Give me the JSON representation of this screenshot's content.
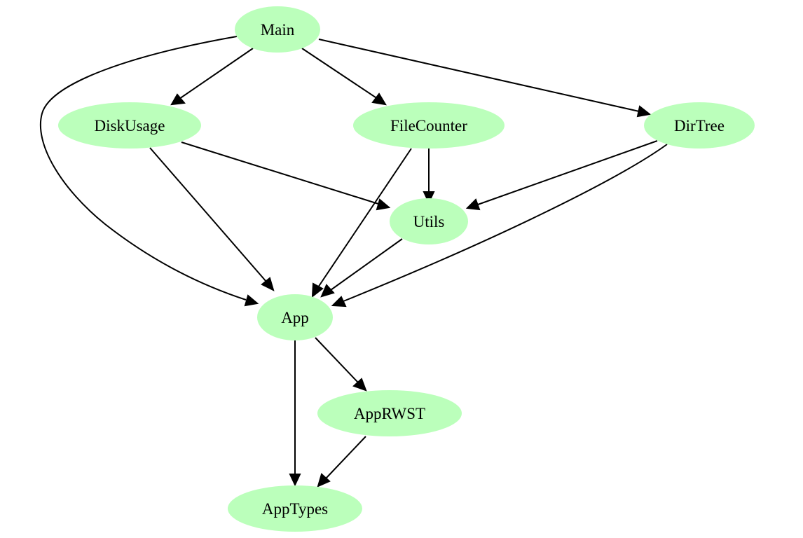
{
  "graph": {
    "node_color": "#bbffbb",
    "edge_color": "#000000",
    "nodes": [
      {
        "id": "main",
        "label": "Main"
      },
      {
        "id": "diskusage",
        "label": "DiskUsage"
      },
      {
        "id": "filecounter",
        "label": "FileCounter"
      },
      {
        "id": "dirtree",
        "label": "DirTree"
      },
      {
        "id": "utils",
        "label": "Utils"
      },
      {
        "id": "app",
        "label": "App"
      },
      {
        "id": "apprwst",
        "label": "AppRWST"
      },
      {
        "id": "apptypes",
        "label": "AppTypes"
      }
    ],
    "edges": [
      {
        "from": "main",
        "to": "diskusage"
      },
      {
        "from": "main",
        "to": "filecounter"
      },
      {
        "from": "main",
        "to": "dirtree"
      },
      {
        "from": "main",
        "to": "app"
      },
      {
        "from": "diskusage",
        "to": "utils"
      },
      {
        "from": "diskusage",
        "to": "app"
      },
      {
        "from": "filecounter",
        "to": "utils"
      },
      {
        "from": "filecounter",
        "to": "app"
      },
      {
        "from": "dirtree",
        "to": "utils"
      },
      {
        "from": "dirtree",
        "to": "app"
      },
      {
        "from": "utils",
        "to": "app"
      },
      {
        "from": "app",
        "to": "apprwst"
      },
      {
        "from": "app",
        "to": "apptypes"
      },
      {
        "from": "apprwst",
        "to": "apptypes"
      }
    ]
  }
}
